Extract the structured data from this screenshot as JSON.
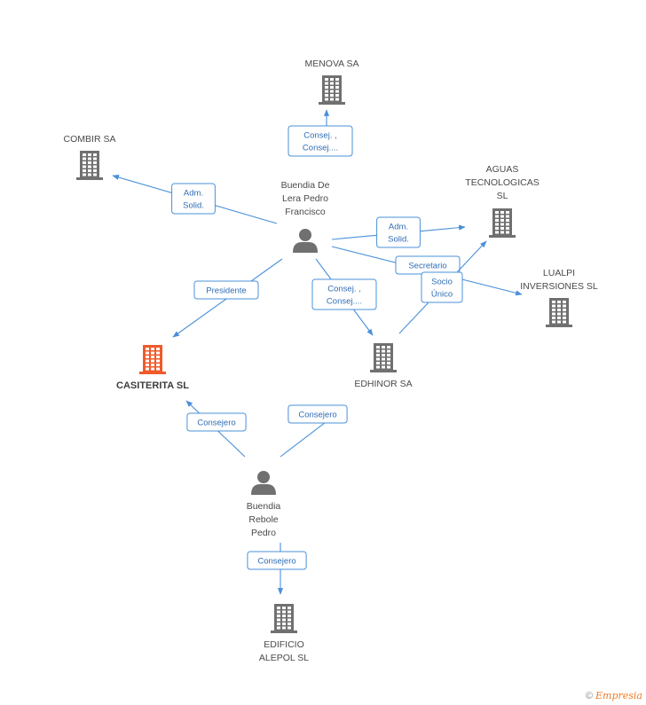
{
  "nodes": [
    {
      "id": "menova",
      "type": "company",
      "label": [
        "MENOVA SA"
      ],
      "highlight": false
    },
    {
      "id": "combir",
      "type": "company",
      "label": [
        "COMBIR SA"
      ],
      "highlight": false
    },
    {
      "id": "aguas",
      "type": "company",
      "label": [
        "AGUAS",
        "TECNOLOGICAS",
        "SL"
      ],
      "highlight": false
    },
    {
      "id": "lualpi",
      "type": "company",
      "label": [
        "LUALPI",
        "INVERSIONES SL"
      ],
      "highlight": false
    },
    {
      "id": "casiterita",
      "type": "company",
      "label": [
        "CASITERITA SL"
      ],
      "highlight": true
    },
    {
      "id": "edhinor",
      "type": "company",
      "label": [
        "EDHINOR SA"
      ],
      "highlight": false
    },
    {
      "id": "alepol",
      "type": "company",
      "label": [
        "EDIFICIO",
        "ALEPOL SL"
      ],
      "highlight": false
    },
    {
      "id": "buendia_lera",
      "type": "person",
      "label": [
        "Buendia De",
        "Lera Pedro",
        "Francisco"
      ],
      "highlight": false
    },
    {
      "id": "buendia_rebole",
      "type": "person",
      "label": [
        "Buendia",
        "Rebole",
        "Pedro"
      ],
      "highlight": false
    }
  ],
  "edges": [
    {
      "from": "buendia_lera",
      "to": "menova",
      "label": [
        "Consej. ,",
        "Consej...."
      ]
    },
    {
      "from": "buendia_lera",
      "to": "combir",
      "label": [
        "Adm.",
        "Solid."
      ]
    },
    {
      "from": "buendia_lera",
      "to": "aguas",
      "label": [
        "Adm.",
        "Solid."
      ]
    },
    {
      "from": "buendia_lera",
      "to": "lualpi",
      "label": [
        "Secretario"
      ]
    },
    {
      "from": "buendia_lera",
      "to": "casiterita",
      "label": [
        "Presidente"
      ]
    },
    {
      "from": "buendia_lera",
      "to": "edhinor",
      "label": [
        "Consej. ,",
        "Consej...."
      ]
    },
    {
      "from": "edhinor",
      "to": "aguas",
      "label": [
        "Socio",
        "Único"
      ]
    },
    {
      "from": "buendia_rebole",
      "to": "casiterita",
      "label": [
        "Consejero"
      ]
    },
    {
      "from": "buendia_rebole",
      "to": "edhinor",
      "label": [
        "Consejero"
      ]
    },
    {
      "from": "buendia_rebole",
      "to": "alepol",
      "label": [
        "Consejero"
      ]
    }
  ],
  "colors": {
    "company": "#707070",
    "company_highlight": "#f05a2a",
    "person": "#707070",
    "edge": "#4a90d9",
    "edge_text": "#2f6db5"
  },
  "credit": {
    "symbol": "©",
    "brand": "Empresia"
  }
}
